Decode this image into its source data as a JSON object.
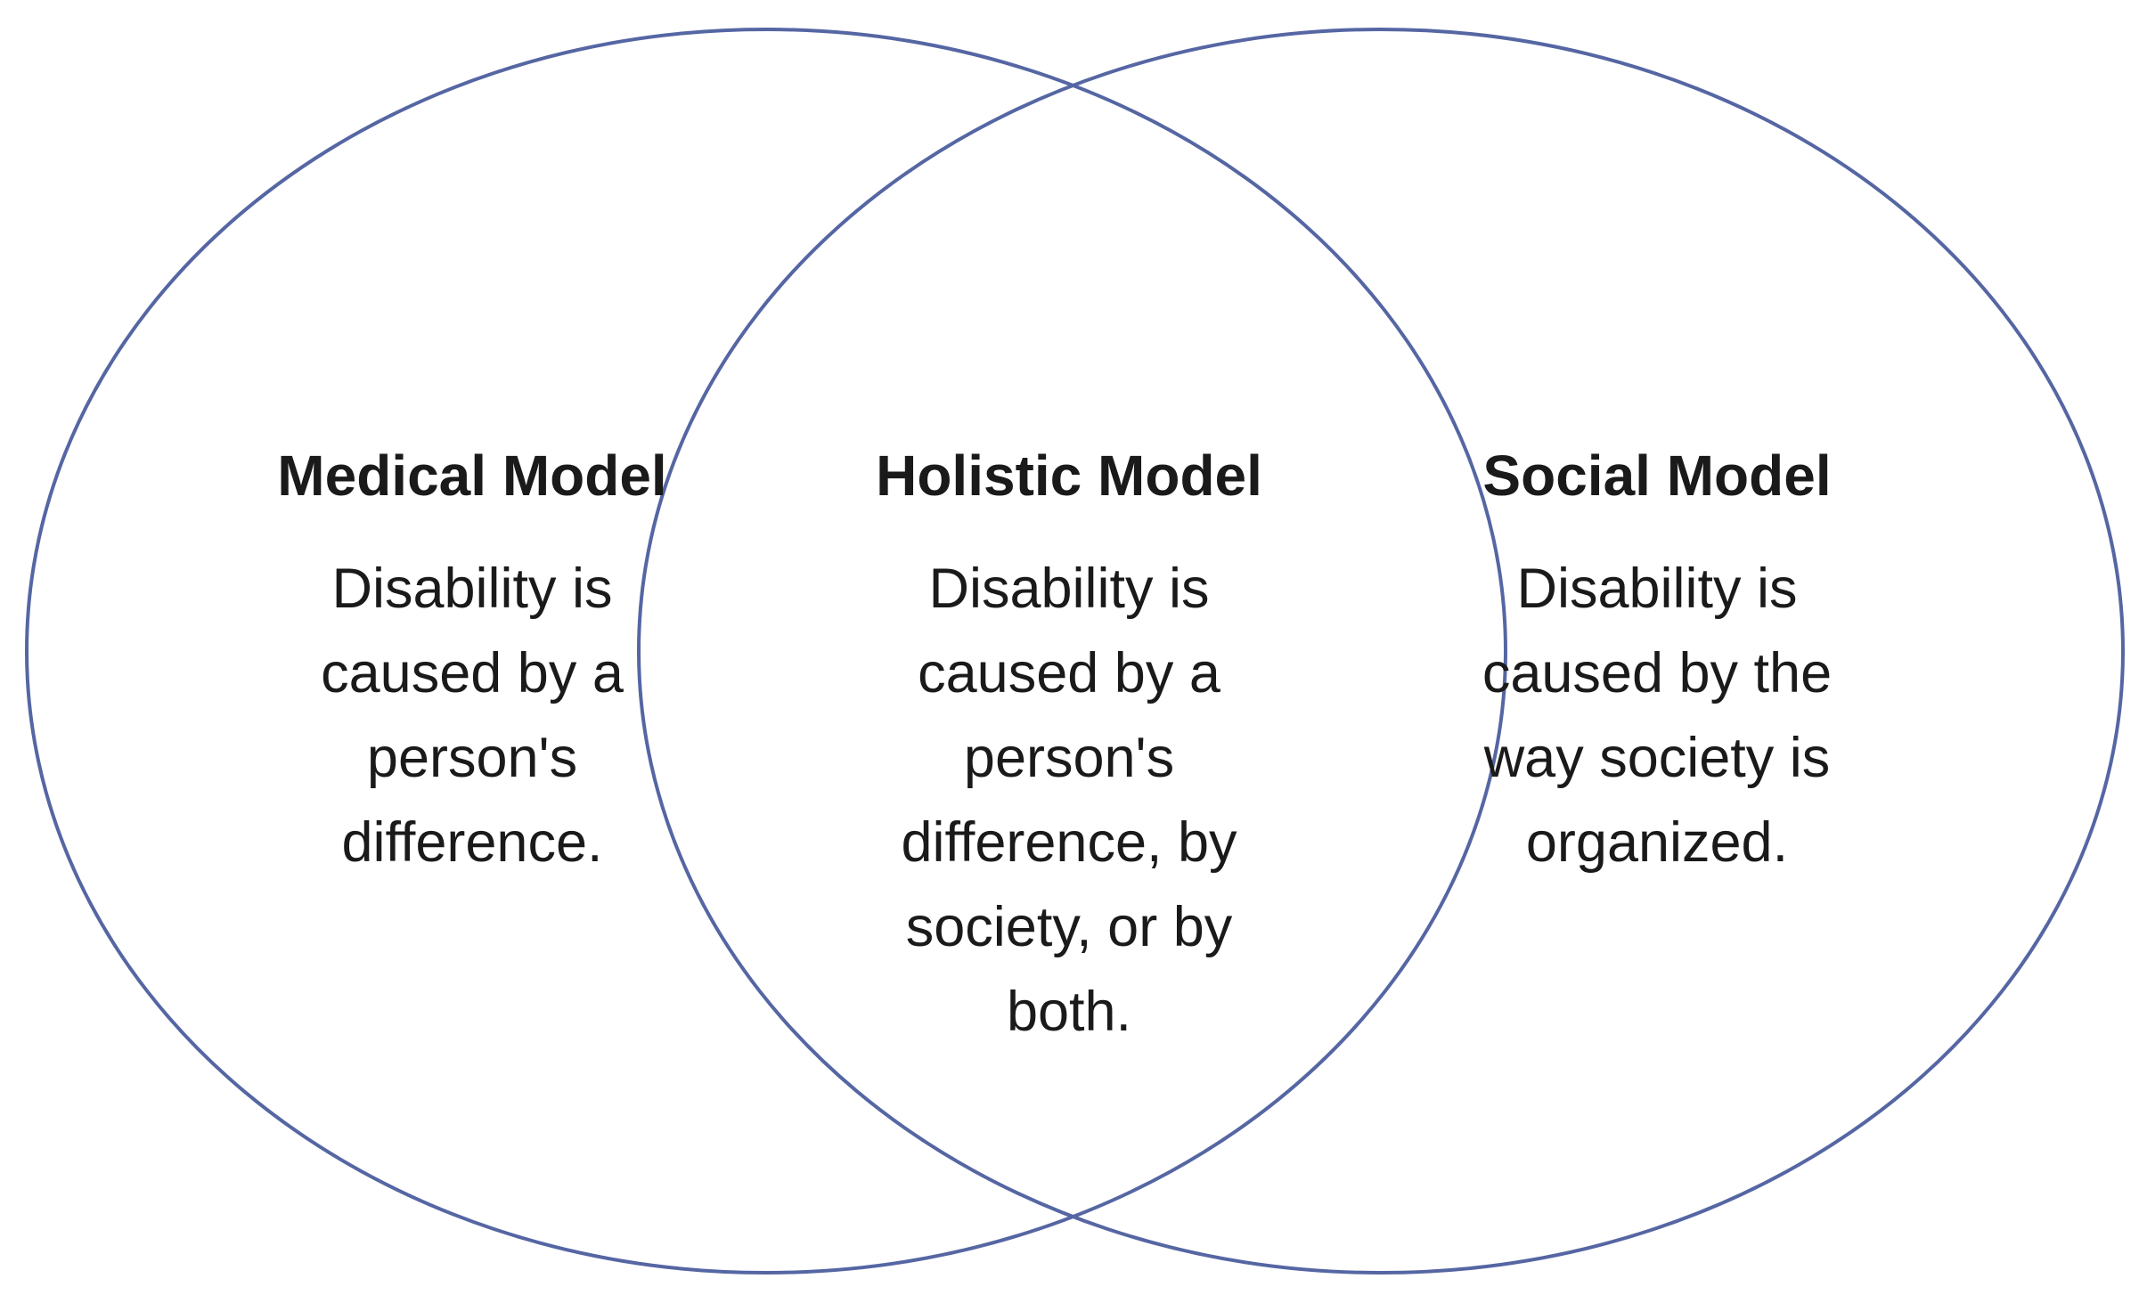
{
  "diagram": {
    "colors": {
      "circle_stroke": "#5566a3",
      "text": "#1a1a1a",
      "background": "#ffffff"
    },
    "regions": [
      {
        "title": "Medical Model",
        "lines": [
          "Disability is",
          "caused by a",
          "person's",
          "difference."
        ]
      },
      {
        "title": "Holistic Model",
        "lines": [
          "Disability is",
          "caused by a",
          "person's",
          "difference, by",
          "society, or by",
          "both."
        ]
      },
      {
        "title": "Social Model",
        "lines": [
          "Disability is",
          "caused by the",
          "way society is",
          "organized."
        ]
      }
    ]
  }
}
